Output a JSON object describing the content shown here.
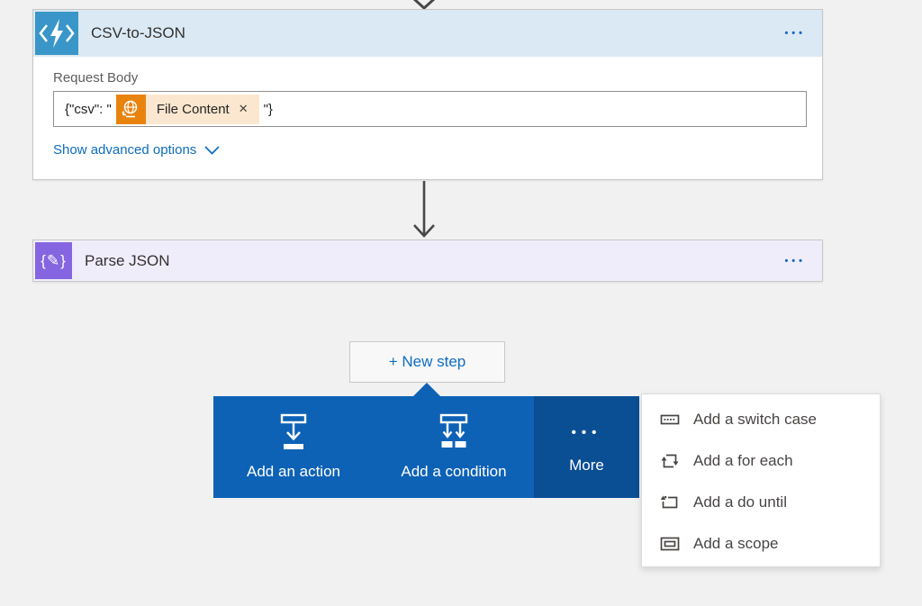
{
  "csv_step": {
    "title": "CSV-to-JSON",
    "menu_dots": "•••",
    "field_label": "Request Body",
    "input_prefix": "{\"csv\": \"",
    "chip_label": "File Content",
    "chip_close": "✕",
    "input_suffix": "\"}",
    "advanced_link": "Show advanced options"
  },
  "parse_step": {
    "title": "Parse JSON",
    "icon_glyph": "{✎}",
    "menu_dots": "•••"
  },
  "new_step": {
    "label": "+ New step"
  },
  "toolbar": {
    "action_label": "Add an action",
    "condition_label": "Add a condition",
    "more_label": "More",
    "more_dots": "•••"
  },
  "menu": {
    "items": [
      {
        "icon": "switch-case-icon",
        "label": "Add a switch case"
      },
      {
        "icon": "for-each-icon",
        "label": "Add a for each"
      },
      {
        "icon": "do-until-icon",
        "label": "Add a do until"
      },
      {
        "icon": "scope-icon",
        "label": "Add a scope"
      }
    ]
  },
  "colors": {
    "page_bg": "#F1F1F1",
    "accent_blue": "#0F6CBD",
    "toolbar_blue": "#0E62B6",
    "toolbar_dark_blue": "#0A4E94",
    "function_icon_blue": "#3A96C8",
    "csv_header_bg": "#DAE9F3",
    "parse_icon_purple": "#8565E0",
    "parse_header_bg": "#F0EDFA",
    "chip_bg": "#FBE7CF",
    "chip_icon_orange": "#E8830E",
    "arrow_gray": "#494747"
  }
}
